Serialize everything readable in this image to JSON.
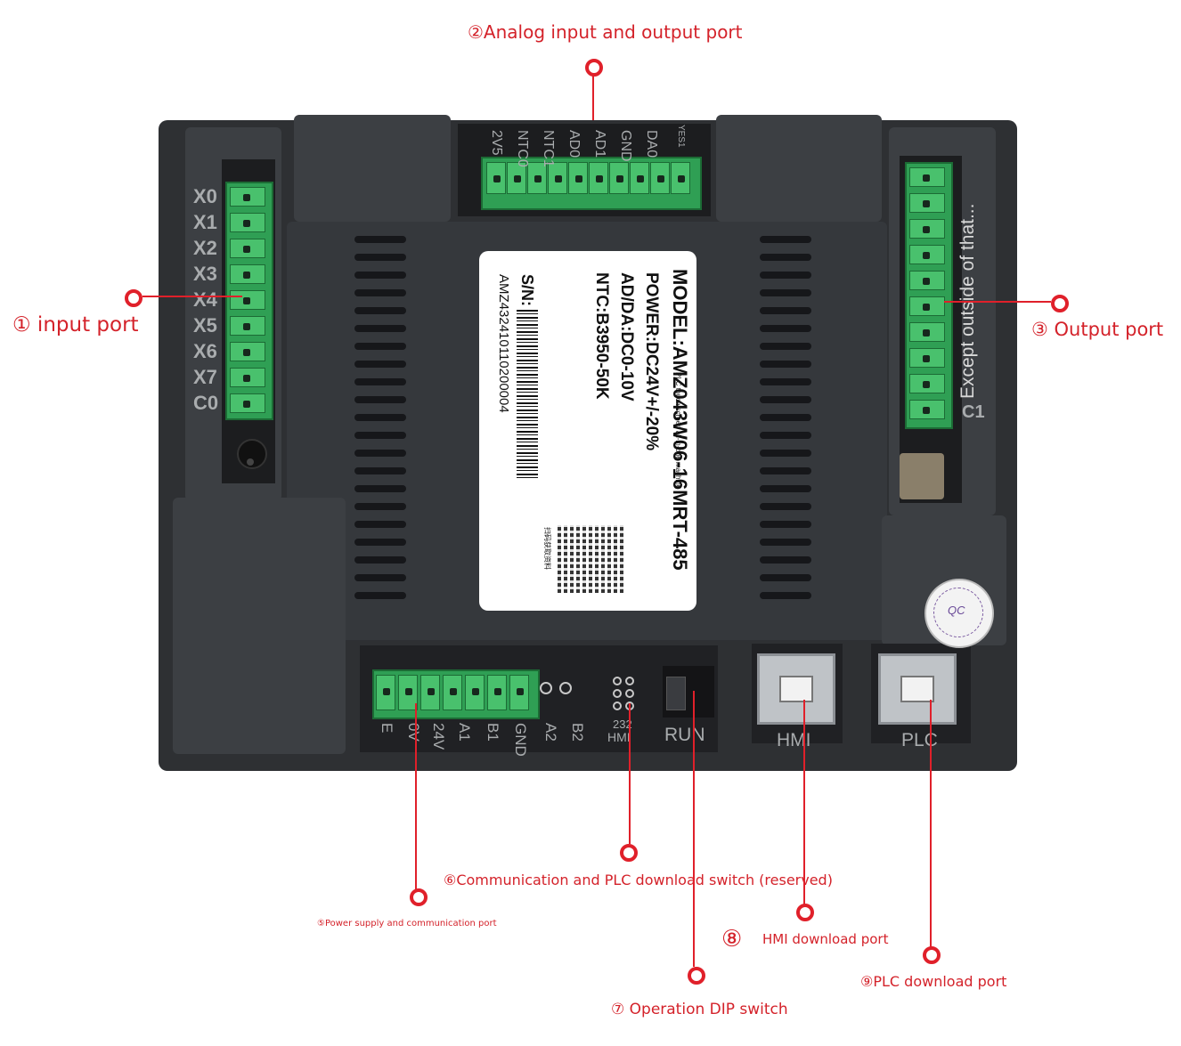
{
  "callouts": {
    "c1": "① input port",
    "c2": "②Analog input and output port",
    "c3": "③ Output port",
    "c5": "⑤Power supply and communication port",
    "c6": "⑥Communication and PLC download switch (reserved)",
    "c7": "⑦ Operation DIP switch",
    "c8_num": "⑧",
    "c8_text": "HMI download port",
    "c9": "⑨PLC download port"
  },
  "device": {
    "input_labels": [
      "X0",
      "X1",
      "X2",
      "X3",
      "X4",
      "X5",
      "X6",
      "X7",
      "C0"
    ],
    "analog_labels": [
      "2V5",
      "NTC0",
      "NTC1",
      "AD0",
      "AD1",
      "GND",
      "DA0"
    ],
    "analog_extra": "YES1",
    "output_overlay": "Except outside of that...",
    "output_common": "C1",
    "bottom_labels": [
      "E",
      "0V",
      "24V",
      "A1",
      "B1",
      "GND",
      "A2",
      "B2"
    ],
    "switch_232": "232",
    "switch_hmi": "HMI",
    "run_label": "RUN",
    "usb_hmi": "HMI",
    "usb_plc": "PLC",
    "stamp_text": "QC"
  },
  "sticker": {
    "model": "MODEL:AMZ043W06-16MRT-485",
    "power": "POWER:DC24V+/-20%",
    "adda": "AD/DA:DC0-10V",
    "ntc": "NTC:B3950-50K",
    "sn_label": "S/N:",
    "serial": "AMZ432410110200004",
    "subtitle": "PLC touch screen all-in-one machine",
    "qr_caption": "扫码获取资料"
  }
}
